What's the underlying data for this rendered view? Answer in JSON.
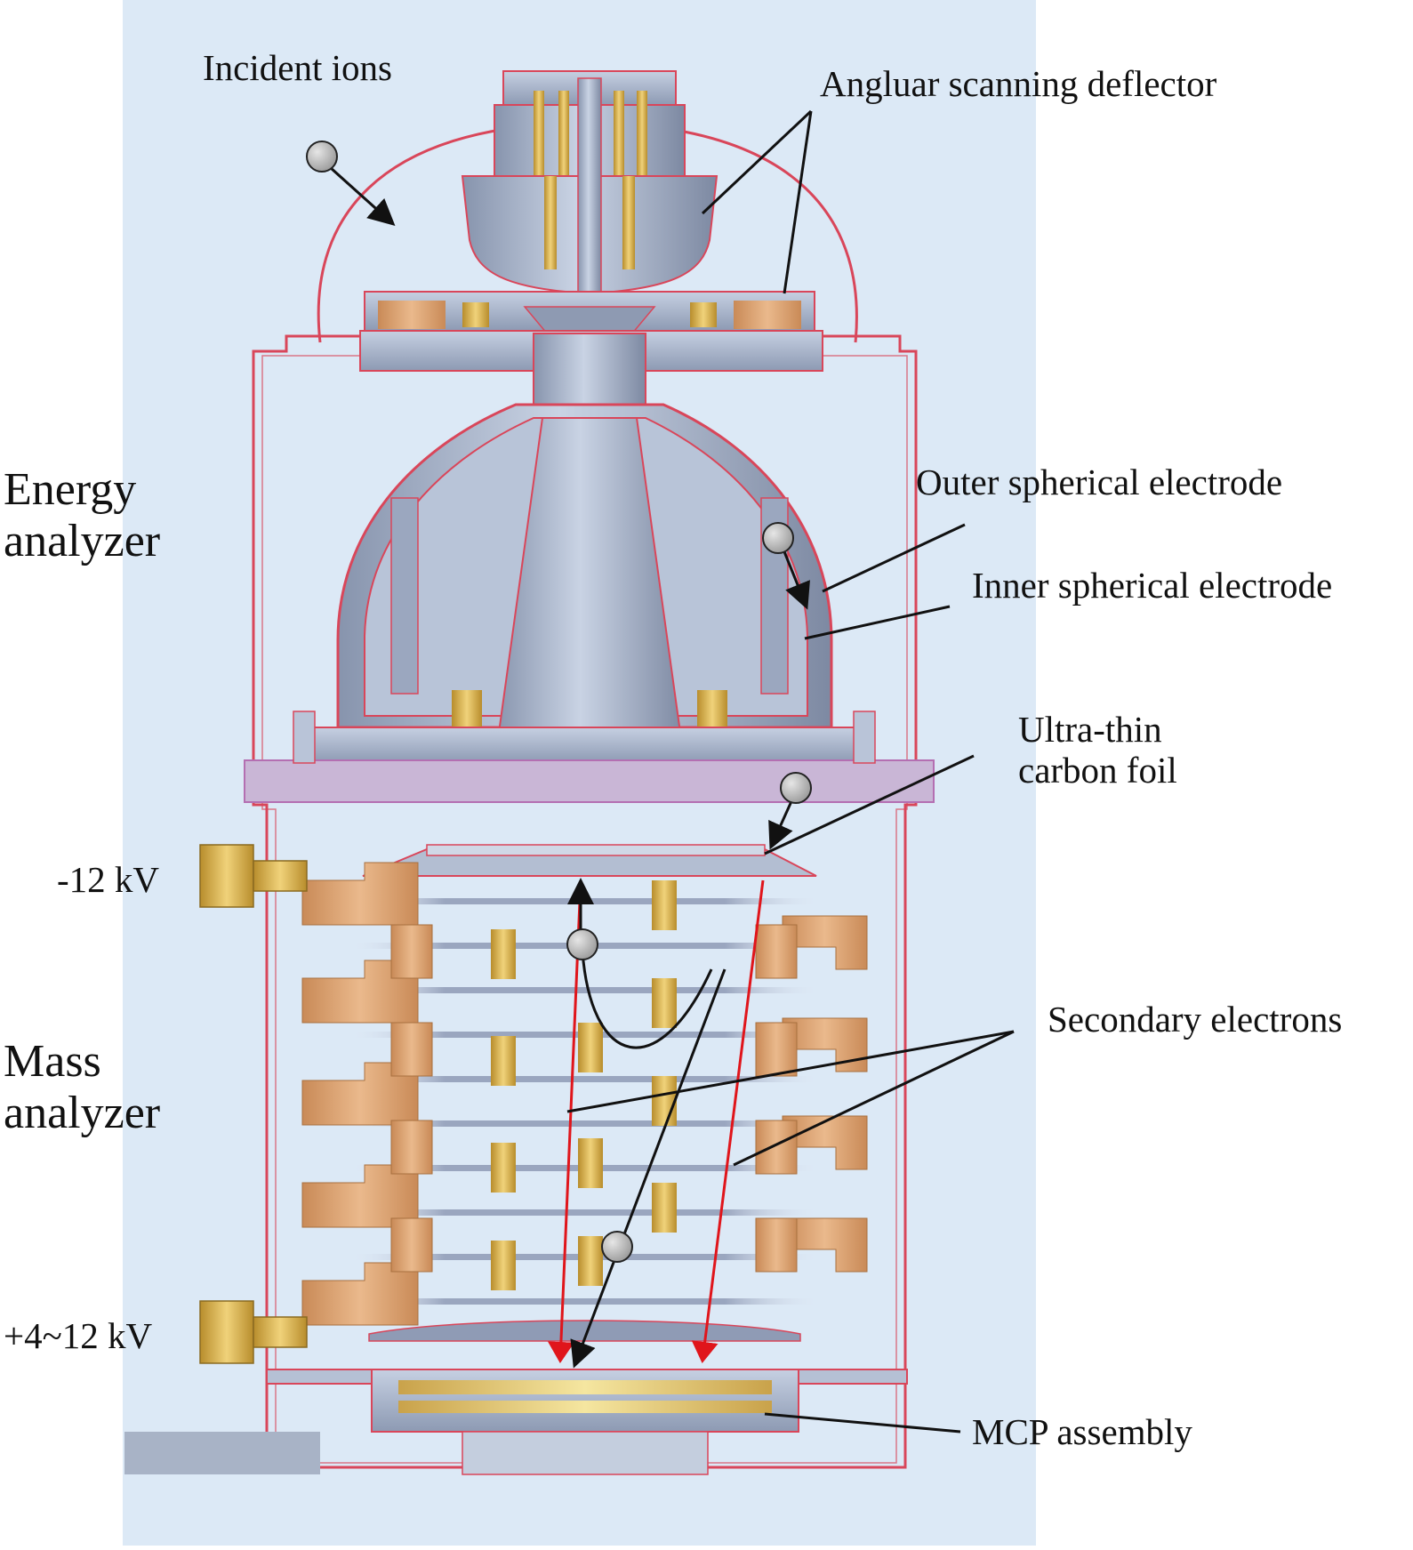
{
  "labels": {
    "incident_ions": "Incident ions",
    "angular_deflector": "Angluar scanning deflector",
    "energy_analyzer_line1": "Energy",
    "energy_analyzer_line2": "analyzer",
    "outer_electrode": "Outer spherical electrode",
    "inner_electrode": "Inner spherical electrode",
    "carbon_foil_line1": "Ultra-thin",
    "carbon_foil_line2": "carbon foil",
    "minus_voltage": "-12 kV",
    "mass_analyzer_line1": "Mass",
    "mass_analyzer_line2": "analyzer",
    "secondary_electrons": "Secondary electrons",
    "plus_voltage": "+4~12 kV",
    "mcp_assembly": "MCP assembly"
  },
  "colors": {
    "background_panel": "#dce9f6",
    "metal": "#a9b6cc",
    "metal_dark": "#7f8ca6",
    "outline": "#d9465a",
    "copper": "#d9a06c",
    "gold": "#d8b04a",
    "ion_path": "#e0151b",
    "leader": "#111111",
    "particle": "#b5b5b5"
  }
}
